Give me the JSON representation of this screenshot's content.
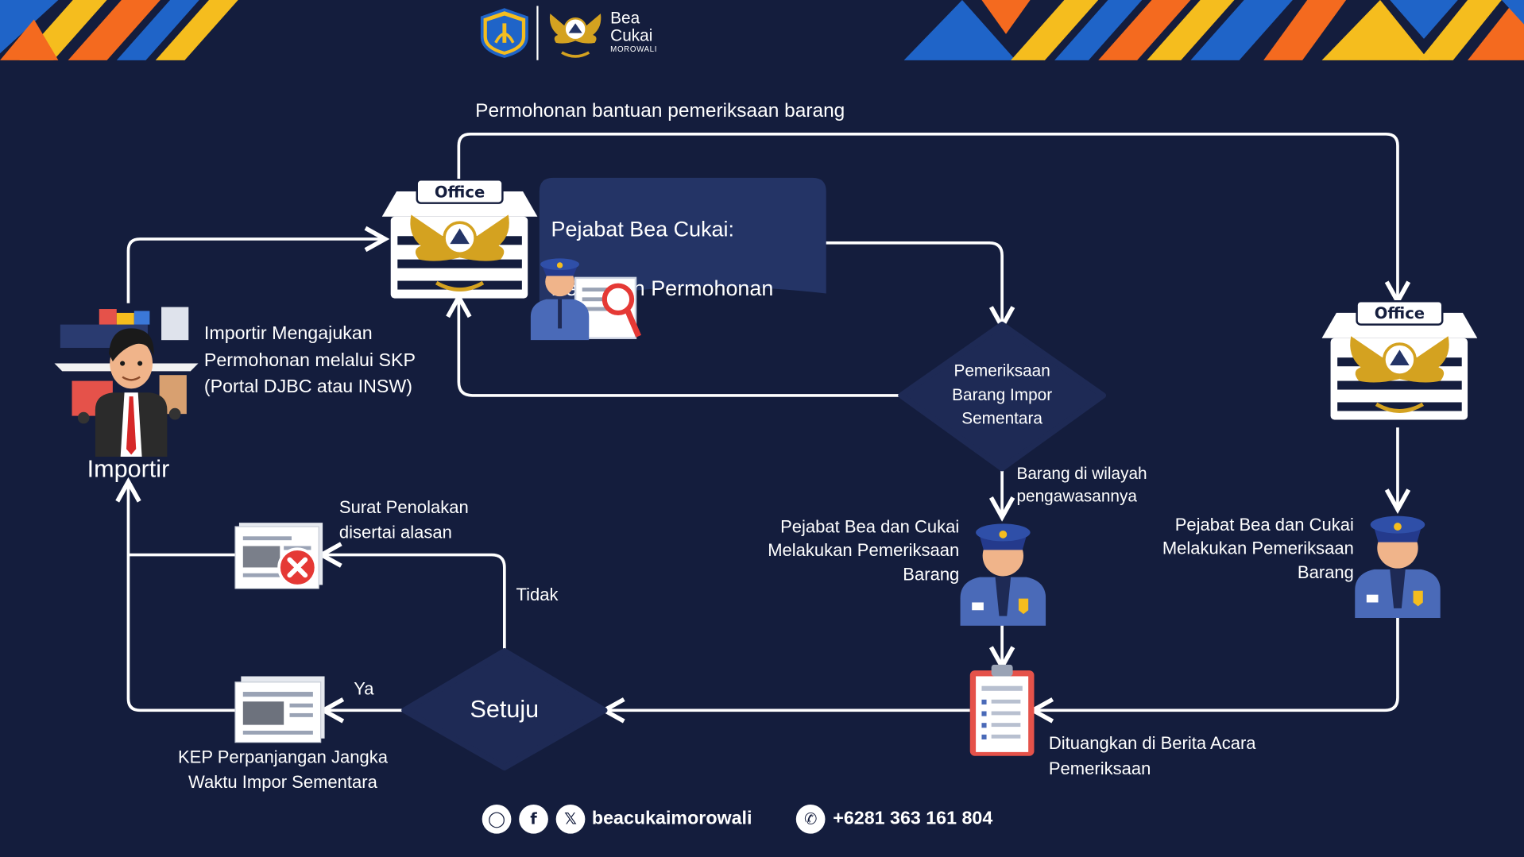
{
  "colors": {
    "background": "#141d3d",
    "panel": "#243466",
    "diamond": "#1e2a55",
    "white": "#ffffff",
    "blue_accent": "#1f64c8",
    "orange_accent": "#f46a1f",
    "yellow_accent": "#f5bd1e",
    "reject_red": "#e53935"
  },
  "header": {
    "logo_line1": "Bea",
    "logo_line2": "Cukai",
    "logo_line3": "MOROWALI"
  },
  "top_edge_label": "Permohonan bantuan pemeriksaan barang",
  "office_left": {
    "sign": "Office",
    "icon": "customs-office-icon"
  },
  "office_right": {
    "sign": "Office",
    "icon": "customs-office-icon"
  },
  "review_panel": {
    "line1": "Pejabat Bea Cukai:",
    "line2": "Penelitian Permohonan"
  },
  "importer": {
    "label": "Importir",
    "step_text": "Importir Mengajukan\nPermohonan melalui SKP\n(Portal DJBC atau INSW)"
  },
  "inspection_diamond": {
    "text": "Pemeriksaan\nBarang Impor\nSementara"
  },
  "region_label": "Barang di wilayah\npengawasannya",
  "officer_center_label": "Pejabat Bea dan Cukai\nMelakukan Pemeriksaan\nBarang",
  "officer_right_label": "Pejabat Bea dan Cukai\nMelakukan Pemeriksaan\nBarang",
  "report_label": "Dituangkan di Berita Acara\nPemeriksaan",
  "decision_diamond": {
    "text": "Setuju"
  },
  "no_label": "Tidak",
  "yes_label": "Ya",
  "rejection_label": "Surat Penolakan\ndisertai alasan",
  "approval_label": "KEP Perpanjangan Jangka\nWaktu Impor Sementara",
  "footer": {
    "social_handle": "beacukaimorowali",
    "phone": "+6281 363 161 804",
    "icons": [
      "instagram-icon",
      "facebook-icon",
      "x-icon",
      "whatsapp-icon"
    ]
  }
}
